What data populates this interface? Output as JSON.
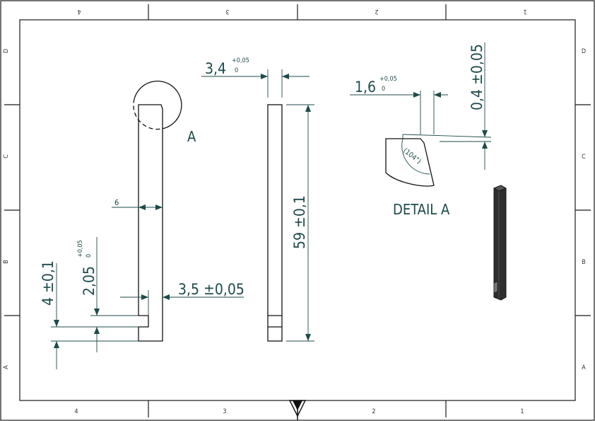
{
  "sheet": {
    "zones_top": [
      "4",
      "3",
      "2",
      "1"
    ],
    "zones_bottom": [
      "4",
      "3",
      "2",
      "1"
    ],
    "rows_left": [
      "D",
      "C",
      "B",
      "A"
    ],
    "rows_right": [
      "D",
      "C",
      "B",
      "A"
    ]
  },
  "front_view": {
    "detail_marker": "A",
    "width_dim": "6",
    "slot_width": "3,5 ±0,05",
    "slot_depth": "2,05",
    "slot_depth_tol_upper": "+0,05",
    "slot_depth_tol_lower": "0",
    "slot_position": "4 ±0,1"
  },
  "side_view": {
    "thickness": "3,4",
    "thickness_tol_upper": "+0,05",
    "thickness_tol_lower": "0",
    "length": "59 ±0,1"
  },
  "detail": {
    "title": "DETAIL A",
    "chamfer_width": "1,6",
    "chamfer_width_tol_upper": "+0,05",
    "chamfer_width_tol_lower": "0",
    "chamfer_height": "0,4 ±0,05",
    "angle": "(104°)"
  },
  "colors": {
    "dimension": "#1e4a4a",
    "outline": "#111111",
    "model": "#2e2e2e"
  }
}
